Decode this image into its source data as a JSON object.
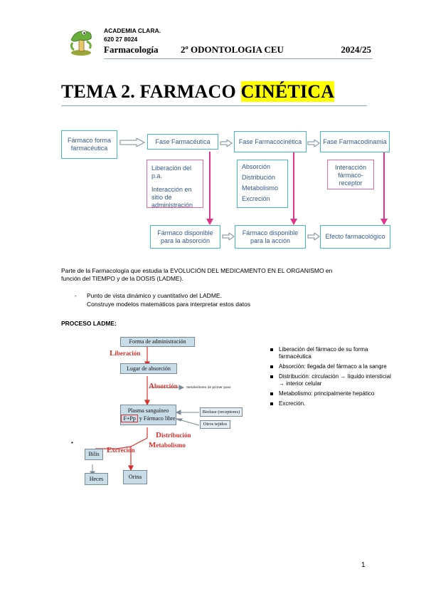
{
  "header": {
    "academy": "ACADEMIA CLARA.",
    "phone": "620 27 8024",
    "subject": "Farmacología",
    "course": "2º ODONTOLOGIA CEU",
    "year": "2024/25"
  },
  "title": {
    "prefix": "TEMA 2. FARMACO ",
    "highlight": "CINÉTICA"
  },
  "flow": {
    "start": "Fármaco forma farmacéutica",
    "phase1": "Fase Farmacéutica",
    "phase2": "Fase Farmacocinética",
    "phase3": "Fase Farmacodinamia",
    "p1_items": [
      "Liberación del p.a.",
      "Interacción en sitio de administración"
    ],
    "p2_items": [
      "Absorción",
      "Distribución",
      "Metabolismo",
      "Excreción"
    ],
    "p3_items": [
      "Interacción fármaco-receptor"
    ],
    "out1": "Fármaco disponible para la absorción",
    "out2": "Fármaco disponible para la acción",
    "out3": "Efecto farmacológico"
  },
  "intro": {
    "line1": "Parte de la Farmacología que estudia la EVOLUCIÓN DEL MEDICAMENTO EN EL ORGANISMO en",
    "line2": "función del TIEMPO y de la DOSIS (LADME).",
    "bullet_dash": "-",
    "bullet_line1": "Punto de vista dinámico y cuantitativo del LADME.",
    "bullet_line2": "Construye modelos matemáticos para interpretar estos datos"
  },
  "proceso_heading": "PROCESO LADME:",
  "ladme": {
    "forma": "Forma de administración",
    "liberacion_first": "L",
    "liberacion_rest": "iberación",
    "lugar": "Lugar de absorción",
    "absorcion_first": "A",
    "absorcion_rest": "bsorción",
    "primer_paso": "metabolismo de primer paso",
    "plasma": "Plasma sanguíneo",
    "fp": "F+Pp",
    "libre": "y Fármaco libre",
    "biofase": "Biofase (receptores)",
    "otros": "Otros tejidos",
    "distribucion_first": "D",
    "distribucion_rest": "istribución",
    "metabolismo_first": "M",
    "metabolismo_rest": "etabolismo",
    "excrecion_first": "E",
    "excrecion_rest": "xcreción",
    "bilis": "Bilis",
    "heces": "Heces",
    "orina": "Orina",
    "stray_bullet": "•"
  },
  "right_list": [
    "Liberación del fármaco de su forma farmacéutica",
    "Absorción: llegada del fármaco a la sangre",
    "Distribución: circulación → líquido intersticial → interior celular",
    "Metabolismo: principalmente hepático",
    "Excreción."
  ],
  "page_number": "1",
  "colors": {
    "highlight": "#ffff00",
    "teal_border": "#48b6cc",
    "pink": "#e0338a",
    "red": "#d7322f",
    "box_fill": "#c9dde8"
  }
}
